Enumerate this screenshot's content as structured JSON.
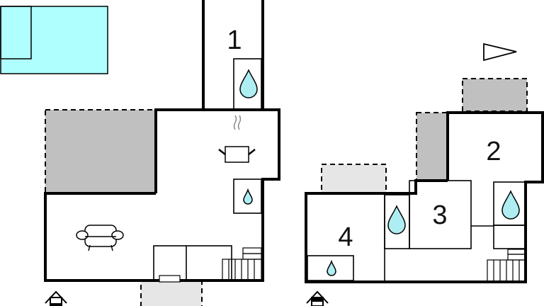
{
  "floor_plan": {
    "rooms": [
      {
        "label": "1"
      },
      {
        "label": "2"
      },
      {
        "label": "3"
      },
      {
        "label": "4"
      }
    ],
    "icons": [
      "pool-icon",
      "water-drop-icon",
      "cooking-pot-icon",
      "armchair-icon",
      "stairs-icon",
      "entrance-icon",
      "north-arrow-icon"
    ]
  },
  "colors": {
    "pool": "#b0ffff",
    "terrace_dark": "#c0c0c0",
    "terrace_light": "#e6e6e6",
    "water": "#aeeef2",
    "wall": "#000000"
  }
}
